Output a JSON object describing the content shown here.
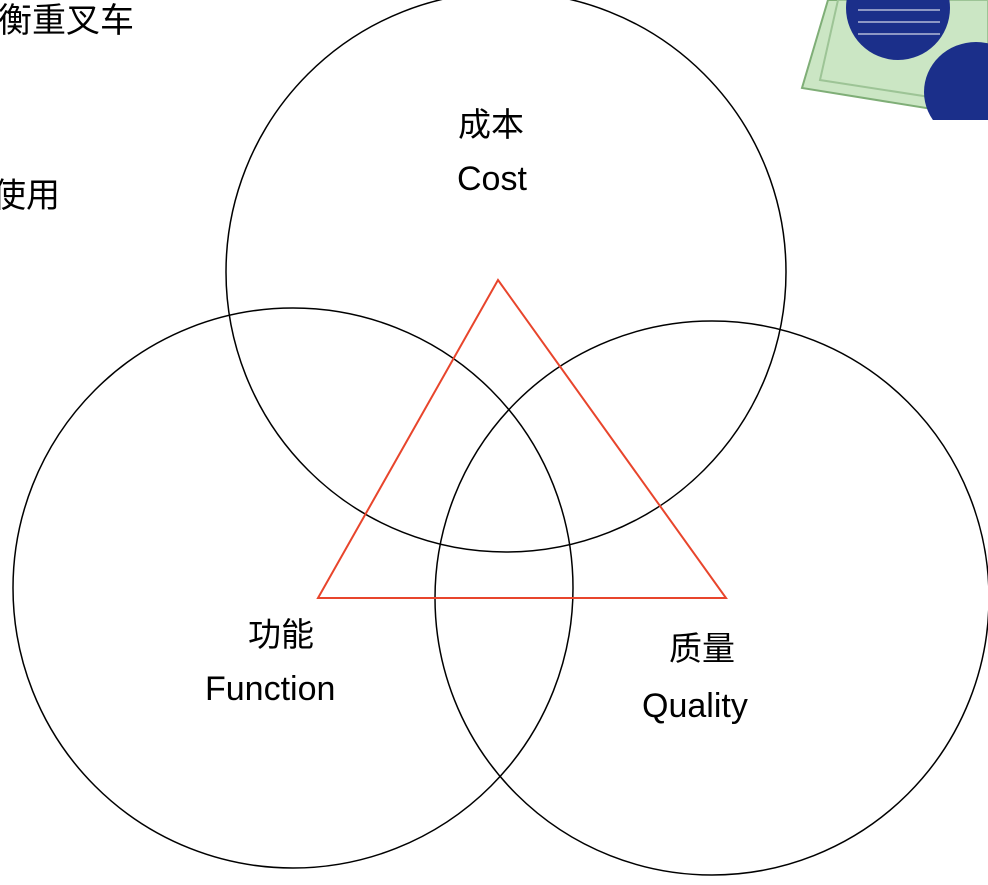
{
  "slide": {
    "text_fragments": [
      "衡重叉车",
      "使用"
    ]
  },
  "diagram": {
    "circles": [
      {
        "key": "cost",
        "label_zh": "成本",
        "label_en": "Cost"
      },
      {
        "key": "function",
        "label_zh": "功能",
        "label_en": "Function"
      },
      {
        "key": "quality",
        "label_zh": "质量",
        "label_en": "Quality"
      }
    ],
    "triangle_color": "#e8452c",
    "circle_stroke": "#000000"
  },
  "decoration": {
    "logo_colors": {
      "frame": "#c8e3c0",
      "disc": "#1a237e"
    }
  }
}
